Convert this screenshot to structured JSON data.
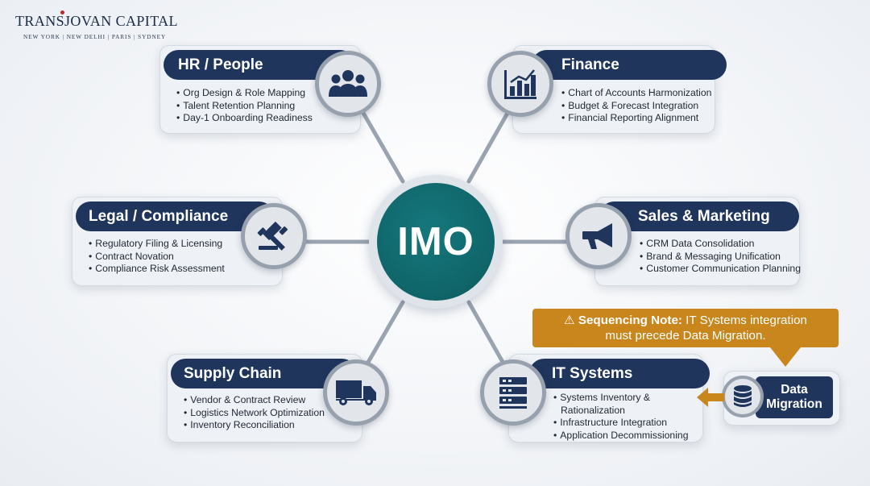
{
  "brand": {
    "name": "TRANSJOVAN CAPITAL",
    "cities": "NEW YORK  |  NEW DELHI  |  PARIS  |  SYDNEY"
  },
  "hub": {
    "label": "IMO",
    "color": "#0f6468"
  },
  "colors": {
    "pill": "#1f355c",
    "callout": "#c9861c",
    "connector": "#9aa4b1"
  },
  "workstreams": {
    "hr": {
      "title": "HR / People",
      "icon": "people-group-icon",
      "items": [
        "Org Design & Role Mapping",
        "Talent Retention Planning",
        "Day-1 Onboarding Readiness"
      ]
    },
    "finance": {
      "title": "Finance",
      "icon": "bar-chart-icon",
      "items": [
        "Chart of Accounts Harmonization",
        "Budget & Forecast Integration",
        "Financial Reporting Alignment"
      ]
    },
    "legal": {
      "title": "Legal / Compliance",
      "icon": "gavel-icon",
      "items": [
        "Regulatory Filing & Licensing",
        "Contract Novation",
        "Compliance Risk Assessment"
      ]
    },
    "sales": {
      "title": "Sales & Marketing",
      "icon": "megaphone-icon",
      "items": [
        "CRM Data Consolidation",
        "Brand & Messaging Unification",
        "Customer Communication Planning"
      ]
    },
    "supply": {
      "title": "Supply Chain",
      "icon": "truck-icon",
      "items": [
        "Vendor & Contract Review",
        "Logistics Network Optimization",
        "Inventory Reconciliation"
      ]
    },
    "it": {
      "title": "IT Systems",
      "icon": "server-icon",
      "items": [
        "Systems Inventory & Rationalization",
        "Infrastructure Integration",
        "Application Decommissioning"
      ]
    }
  },
  "callout": {
    "icon": "warning-icon",
    "bold": "Sequencing Note:",
    "line1": " IT Systems integration",
    "line2": "must precede Data Migration."
  },
  "data_migration": {
    "label_line1": "Data",
    "label_line2": "Migration",
    "icon": "database-icon",
    "arrow_icon": "arrow-left-icon"
  }
}
